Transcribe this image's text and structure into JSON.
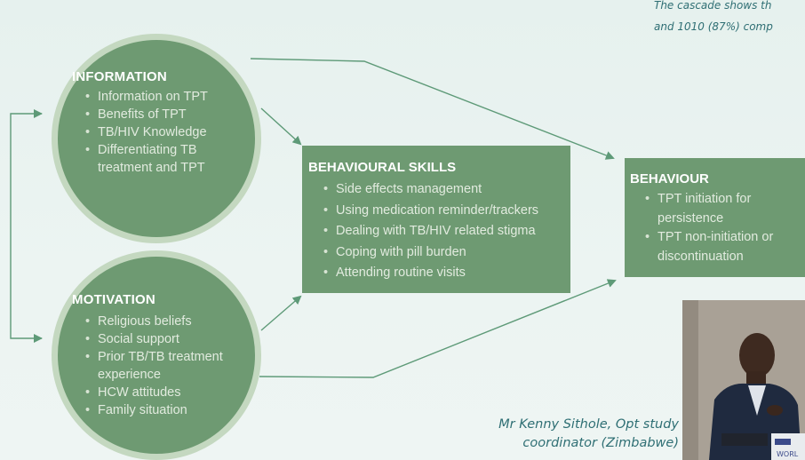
{
  "caption_top": {
    "line1": "The cascade shows th",
    "line2": "and 1010 (87%)  comp"
  },
  "information": {
    "title": "INFORMATION",
    "items": [
      "Information on TPT",
      "Benefits of TPT",
      "TB/HIV Knowledge",
      "Differentiating TB",
      "treatment and TPT"
    ]
  },
  "motivation": {
    "title": "MOTIVATION",
    "items": [
      "Religious beliefs",
      "Social support",
      "Prior TB/TB treatment",
      "experience",
      "HCW attitudes",
      "Family situation"
    ]
  },
  "behavioural_skills": {
    "title": "BEHAVIOURAL SKILLS",
    "items": [
      "Side effects management",
      "Using medication reminder/trackers",
      "Dealing with TB/HIV related stigma",
      "Coping with pill burden",
      "Attending routine visits"
    ]
  },
  "behaviour": {
    "title": "BEHAVIOUR",
    "items": [
      "TPT initiation for",
      "persistence",
      "TPT non-initiation or",
      "discontinuation"
    ]
  },
  "photo_caption": {
    "line1": "Mr Kenny Sithole, Opt study",
    "line2": "coordinator (Zimbabwe)"
  },
  "colors": {
    "node_fill": "#6e9a72",
    "circle_ring": "#c4d8c0",
    "arrow": "#5e9a78",
    "caption_text": "#2f6f74"
  }
}
